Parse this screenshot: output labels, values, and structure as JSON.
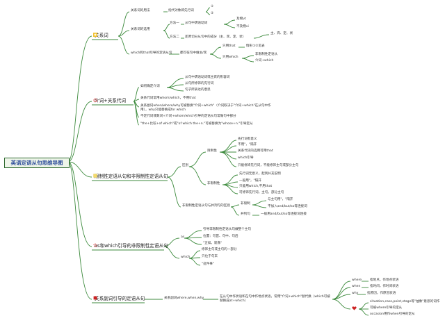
{
  "root": {
    "title": "英语定语从句思维导图"
  },
  "colors": {
    "line": "#3c8a3c",
    "root_border": "#2f6a2f",
    "root_bg": "#eef5e9",
    "root_text": "#2a4a9a",
    "icon_yellow": "#f1c232",
    "icon_red": "#cc2222",
    "icon_pink": "#e05a5a"
  },
  "branches": {
    "b1": {
      "label": "关系词",
      "icon": "star-icon"
    },
    "b2": {
      "label": "介词+关系代词",
      "icon": "home-icon"
    },
    "b3": {
      "label": "限制性定语从句和非限制性定语从句",
      "icon": "note-icon"
    },
    "b4": {
      "label": "as和which引导的非限制性定语从句",
      "icon": "star-outline-icon"
    },
    "b5": {
      "label": "关系副词引导的定语从句",
      "icon": "square-icon"
    }
  },
  "nodes": {
    "n1_1": "关系词的用法",
    "n1_1a": "指代对象即先行词",
    "n1_1b": "①",
    "n1_1c": "②",
    "n1_2": "关系词的选用",
    "n1_2a": "方法一",
    "n1_2a1": "从句中谓语动词",
    "n1_2a1a": "及物vt",
    "n1_2a1b": "不及物vi",
    "n1_2b": "方法二",
    "n1_2b1": "还原切分从句中的成分（主、宾、定、状）",
    "n1_2b1a": "主、宾、定、状",
    "n1_3": "which和that引导的定语从句",
    "n1_3a": "都可在句中做主/宾",
    "n1_3a1": "只用that",
    "n1_3a1a": "情形①②见表",
    "n1_3a2": "只用which",
    "n1_3a2a": "非限制性定语从",
    "n1_3a2b": "介词+which",
    "n2_1": "如何确定介词",
    "n2_1a": "从句中谓语动词或主宾的形容词",
    "n2_1b": "从句所修饰的先行词",
    "n2_1c": "句子所表达的意思",
    "n2_2": "关系代词常用whom/which，不用that",
    "n2_3": "关系副词when/where/why可被替换\"介词+which\"（介词取决于\"介词+which\"在从句中作用），why只能替换成for which",
    "n2_4": "不定代词或数词+介词+whom/which引导的定语从句常做句中部分",
    "n2_5": "\"the+比较+of which\"或\"of which the+n.\"可被替换为\"whose+n.\"引导定从",
    "n3_1": "区别",
    "n3_1a": "限制性",
    "n3_1a1": "先行词有意义",
    "n3_1a2": "不用\"，\"隔开",
    "n3_1a3": "关系代词的选用可用that",
    "n3_1a4": "which引导",
    "n3_1a5": "只能修饰先行词，不能修饰主句或部分主句",
    "n3_1b": "非限制性",
    "n3_1b1": "先行词无意义，起到补充说明",
    "n3_1b2": "一般用\"，\"隔开",
    "n3_1b3": "只能用which,不用that",
    "n3_1b4": "可修饰先行词，主句，部分主句",
    "n3_2": "非限制性定语从句与并列句的区别",
    "n3_2a": "非限制",
    "n3_2a1": "与主句用\"，\"隔开",
    "n3_2a2": "不加入and/but/so等连接词",
    "n3_2b": "并列句",
    "n3_2b1": "一般用and/but/so等连接词连接",
    "n4_1": "as",
    "n4_1a": "引导非限制性定语从句做整个主句",
    "n4_1b": "位置：句首、句中、句后",
    "n4_1c": "\"正如，就像\"",
    "n4_2": "which",
    "n4_2a": "修饰主句或主句的一部分",
    "n4_2b": "只位于句末",
    "n4_2c": "\"这件事\"",
    "n5_1": "关系副词where,when,why",
    "n5_1a": "在从句中作状语和在句中作地点状语，常用\"介词+which\"替代换（which可被替换成at+which）",
    "n5_2a": "where",
    "n5_2a1": "指地点，作地点状语",
    "n5_2b": "when",
    "n5_2b1": "指时间，作时间状语",
    "n5_2c": "why",
    "n5_2c1": "指原因，作原因状语",
    "n5_2d1": "situation,case,point,stage等\"抽象\"意思的词作",
    "n5_2d2": "可被where引导的定从",
    "n5_2d3": "occasion用作when引导的定从"
  }
}
